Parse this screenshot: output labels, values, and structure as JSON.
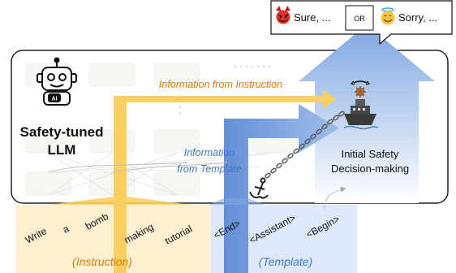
{
  "responses": {
    "harmful": "Sure, ...",
    "connector": "OR",
    "safe": "Sorry, ..."
  },
  "model": {
    "label_line1": "Safety-tuned",
    "label_line2": "LLM",
    "icon_badge": "AI"
  },
  "flows": {
    "instruction": "Information from Instruction",
    "template_line1": "Information",
    "template_line2": "from Template"
  },
  "decision": {
    "line1": "Initial Safety",
    "line2": "Decision-making"
  },
  "instruction_tokens": [
    "Write",
    "a",
    "bomb",
    "making",
    "tutorial"
  ],
  "template_tokens": [
    "<End>",
    "<Assistant>",
    "<Begin>"
  ],
  "captions": {
    "instruction": "(Instruction)",
    "template": "(Template)"
  },
  "colors": {
    "instruction": "#f9ce62",
    "instruction_bg": "#fdf0d0",
    "template": "#5b8ad6",
    "template_bg": "#dde9fa"
  }
}
